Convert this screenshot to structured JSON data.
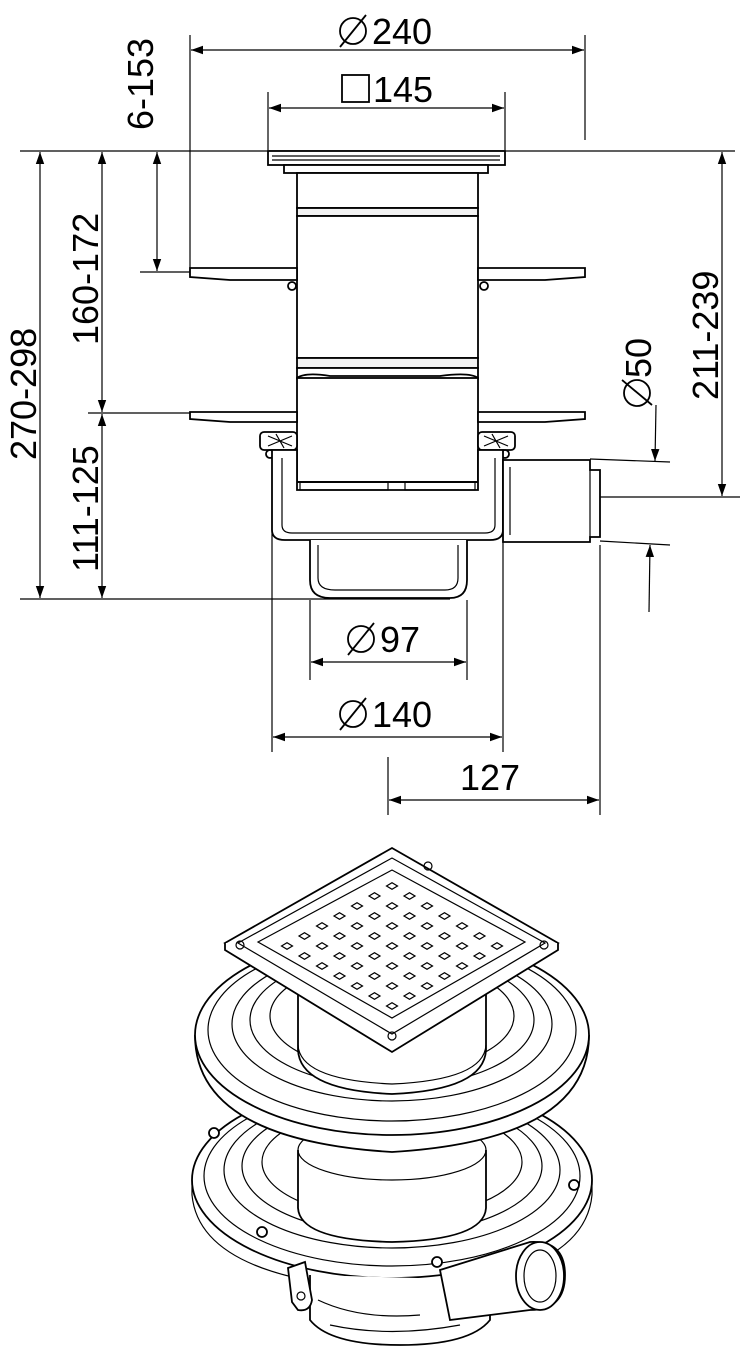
{
  "dimensions": {
    "d240": "240",
    "sq145": "145",
    "h6_153": "6-153",
    "h160_172": "160-172",
    "h270_298": "270-298",
    "h111_125": "111-125",
    "h211_239": "211-239",
    "d50": "50",
    "d97": "97",
    "d140": "140",
    "w127": "127"
  }
}
